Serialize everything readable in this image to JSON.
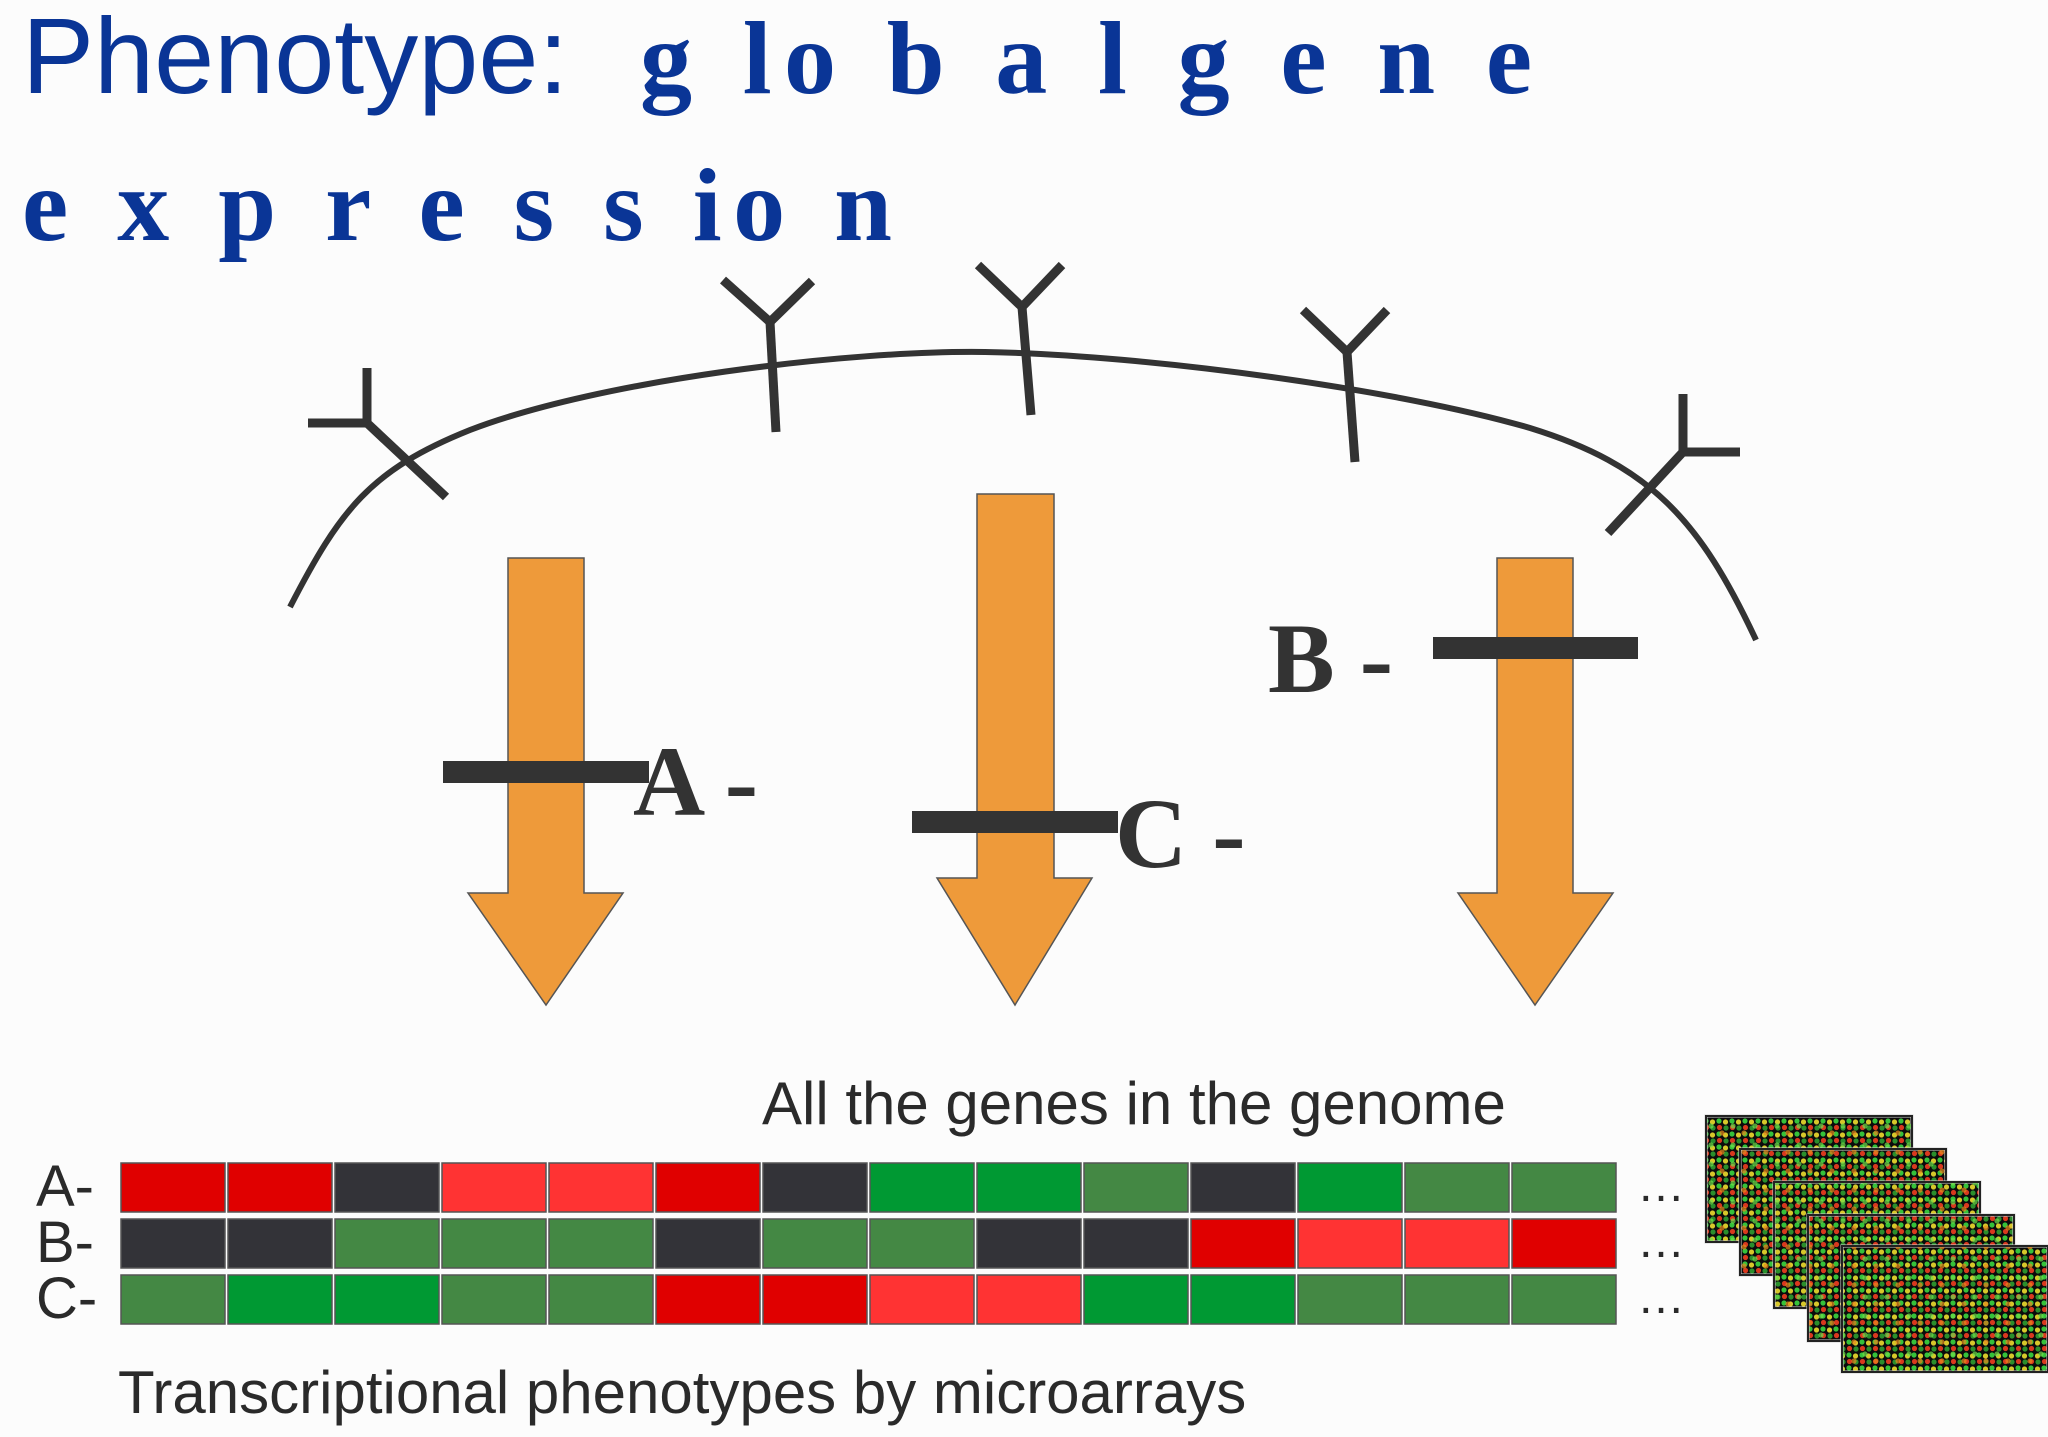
{
  "title": {
    "prefix": "Phenotype:",
    "line1": "g lo b a l g e n e",
    "line2": "e x p r e s s io n"
  },
  "genes": [
    {
      "label": "A -"
    },
    {
      "label": "C -"
    },
    {
      "label": "B -"
    }
  ],
  "genome_label": "All the genes in the genome",
  "caption": "Transcriptional phenotypes by microarrays",
  "ellipsis": "…",
  "colors": {
    "title": "#0a3596",
    "arrow_fill": "#ee9a3a",
    "dark": "#333338",
    "red": "#e00000",
    "light_red": "#ff3333",
    "green": "#009933",
    "dull_green": "#448844"
  },
  "expression_rows": [
    {
      "label": "A-",
      "cells": [
        "red",
        "red",
        "dark",
        "light_red",
        "light_red",
        "red",
        "dark",
        "green",
        "green",
        "dull_green",
        "dark",
        "green",
        "dull_green",
        "dull_green"
      ]
    },
    {
      "label": "B-",
      "cells": [
        "dark",
        "dark",
        "dull_green",
        "dull_green",
        "dull_green",
        "dark",
        "dull_green",
        "dull_green",
        "dark",
        "dark",
        "red",
        "light_red",
        "light_red",
        "red"
      ]
    },
    {
      "label": "C-",
      "cells": [
        "dull_green",
        "green",
        "green",
        "dull_green",
        "dull_green",
        "red",
        "red",
        "light_red",
        "light_red",
        "green",
        "green",
        "dull_green",
        "dull_green",
        "dull_green"
      ]
    }
  ],
  "microarray_images": [
    {
      "icon": "microarray-image-icon"
    },
    {
      "icon": "microarray-image-icon"
    },
    {
      "icon": "microarray-image-icon"
    },
    {
      "icon": "microarray-image-icon"
    },
    {
      "icon": "microarray-image-icon"
    }
  ]
}
